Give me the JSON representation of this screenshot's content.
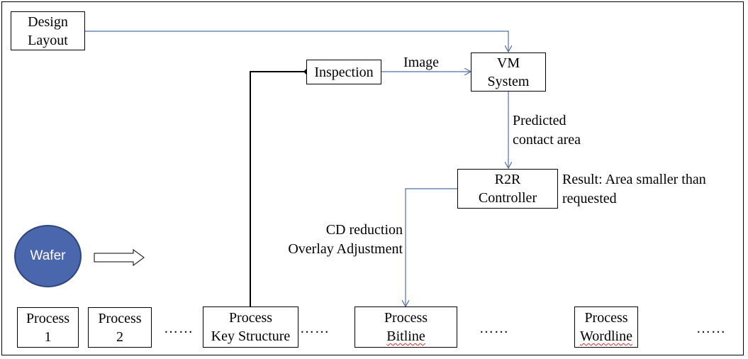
{
  "design_layout": {
    "line1": "Design",
    "line2": "Layout"
  },
  "inspection": {
    "label": "Inspection"
  },
  "vm_system": {
    "line1": "VM",
    "line2": "System"
  },
  "r2r_controller": {
    "line1": "R2R",
    "line2": "Controller"
  },
  "labels": {
    "image": "Image",
    "predicted_line1": "Predicted",
    "predicted_line2": "contact area",
    "result_line1": "Result: Area smaller than",
    "result_line2": "requested",
    "cd_reduction": "CD reduction",
    "overlay_adjustment": "Overlay Adjustment"
  },
  "wafer": {
    "label": "Wafer"
  },
  "processes": [
    {
      "line1": "Process",
      "line2": "1"
    },
    {
      "line1": "Process",
      "line2": "2"
    },
    {
      "line1": "Process",
      "line2": "Key Structure"
    },
    {
      "line1": "Process",
      "line2": "Bitline"
    },
    {
      "line1": "Process",
      "line2": "Wordline"
    }
  ],
  "ellipsis": "……",
  "colors": {
    "connector_blue": "#4f6fa8",
    "feedback_line": "#000000",
    "wafer_fill": "#4a66ad"
  }
}
